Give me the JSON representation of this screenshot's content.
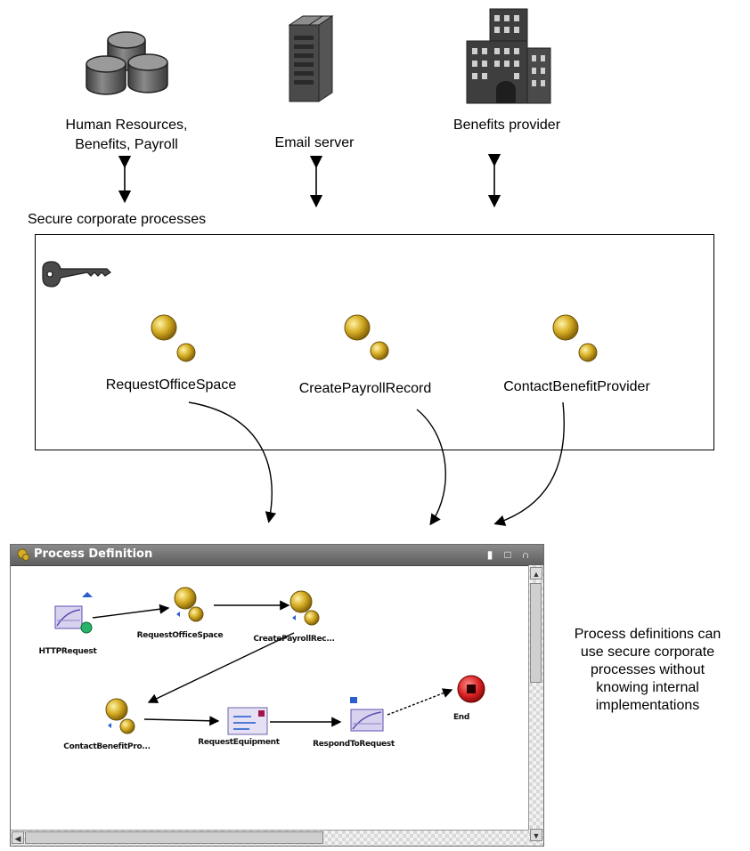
{
  "systems": [
    {
      "name": "hr-benefits-payroll",
      "label_line1": "Human Resources,",
      "label_line2": "Benefits, Payroll",
      "icon": "database-icon"
    },
    {
      "name": "email-server",
      "label": "Email server",
      "icon": "server-icon"
    },
    {
      "name": "benefits-provider",
      "label": "Benefits provider",
      "icon": "building-icon"
    }
  ],
  "secure_box": {
    "title": "Secure corporate processes",
    "lock_icon": "key-icon",
    "processes": [
      "RequestOfficeSpace",
      "CreatePayrollRecord",
      "ContactBenefitProvider"
    ],
    "process_icon": "process-icon"
  },
  "process_window": {
    "title": "Process Definition",
    "nodes": [
      {
        "label": "HTTPRequest",
        "icon": "http-request-icon"
      },
      {
        "label": "RequestOfficeSpace",
        "icon": "process-icon"
      },
      {
        "label": "CreatePayrollRec...",
        "icon": "process-icon"
      },
      {
        "label": "ContactBenefitPro...",
        "icon": "process-icon"
      },
      {
        "label": "RequestEquipment",
        "icon": "email-icon"
      },
      {
        "label": "RespondToRequest",
        "icon": "http-response-icon"
      },
      {
        "label": "End",
        "icon": "end-icon"
      }
    ]
  },
  "side_note": {
    "lines": [
      "Process definitions can",
      "use secure corporate",
      "processes without",
      "knowing internal",
      "implementations"
    ]
  },
  "colors": {
    "process_gold": "#c9a227",
    "end_red": "#d81f1f",
    "titlebar": "#6e6e6e",
    "icon_dark": "#4a4a4a"
  }
}
